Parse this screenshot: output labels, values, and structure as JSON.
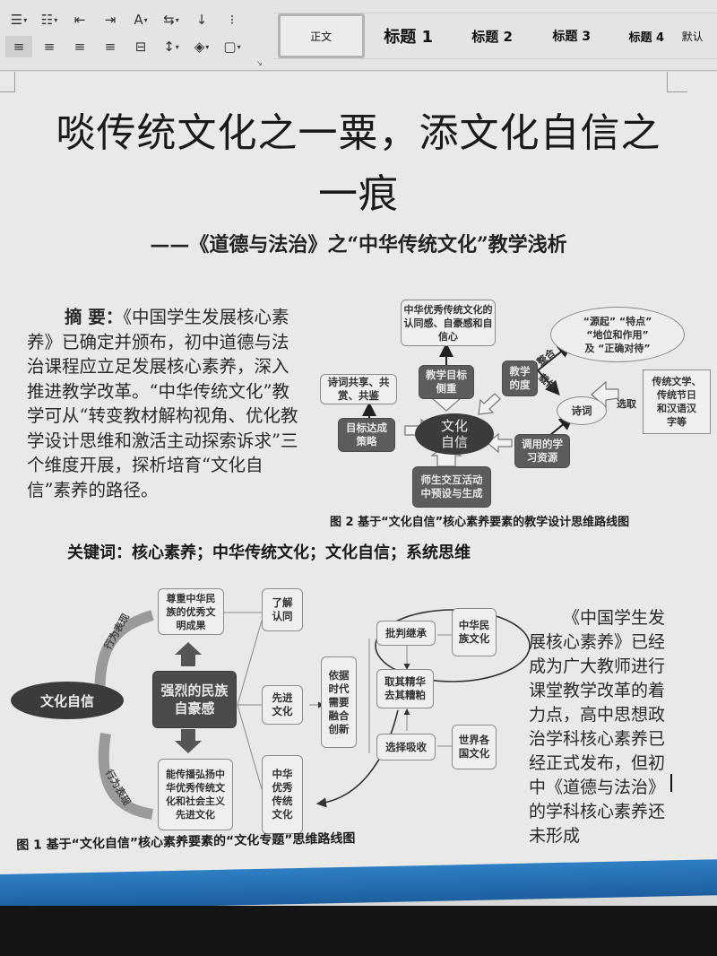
{
  "ribbon": {
    "paragraph_tools_row1": [
      {
        "icon": "bullet-list-icon",
        "glyph": "☰",
        "dropdown": true
      },
      {
        "icon": "numbered-list-icon",
        "glyph": "☷",
        "dropdown": true
      },
      {
        "icon": "decrease-indent-icon",
        "glyph": "⇤",
        "dropdown": false
      },
      {
        "icon": "increase-indent-icon",
        "glyph": "⇥",
        "dropdown": false
      },
      {
        "icon": "text-direction-icon",
        "glyph": "A",
        "dropdown": true
      },
      {
        "icon": "convert-icon",
        "glyph": "⇆",
        "dropdown": true
      },
      {
        "icon": "sort-icon",
        "glyph": "↓",
        "dropdown": false
      },
      {
        "icon": "show-marks-icon",
        "glyph": "⁝",
        "dropdown": false
      }
    ],
    "paragraph_tools_row2": [
      {
        "icon": "align-left-icon",
        "glyph": "≡",
        "dropdown": false,
        "active": true
      },
      {
        "icon": "align-center-icon",
        "glyph": "≡",
        "dropdown": false
      },
      {
        "icon": "align-right-icon",
        "glyph": "≡",
        "dropdown": false
      },
      {
        "icon": "justify-icon",
        "glyph": "≡",
        "dropdown": false
      },
      {
        "icon": "distributed-icon",
        "glyph": "⊟",
        "dropdown": false
      },
      {
        "icon": "line-spacing-icon",
        "glyph": "↕",
        "dropdown": true
      },
      {
        "icon": "shading-icon",
        "glyph": "◈",
        "dropdown": true
      },
      {
        "icon": "borders-icon",
        "glyph": "▢",
        "dropdown": true
      }
    ],
    "dialog_launcher": "↘",
    "styles": {
      "normal": "正文",
      "heading1": "标题 1",
      "heading2": "标题 2",
      "heading3": "标题 3",
      "heading4": "标题 4",
      "default": "默认"
    }
  },
  "document": {
    "title_line1": "啖传统文化之一粟，添文化自信之",
    "title_line2": "一痕",
    "subtitle": "——《道德与法治》之“中华传统文化”教学浅析",
    "abstract_label": "摘  要：",
    "abstract_text": "《中国学生发展核心素养》已确定并颁布，初中道德与法治课程应立足发展核心素养，深入推进教学改革。“中华传统文化”教学可从“转变教材解构视角、优化教学设计思维和激活主动探索诉求”三个维度开展，探析培育“文化自信”素养的路径。",
    "keywords": "关键词：核心素养；中华传统文化；文化自信；系统思维",
    "body_right": "《中国学生发展核心素养》已经成为广大教师进行课堂教学改革的着力点，高中思想政治学科核心素养已经正式发布，但初中《道德与法治》的学科核心素养还未形成"
  },
  "figure2": {
    "caption": "图 2   基于“文化自信”核心素养要素的教学设计思维路线图",
    "center": "文化\n自信",
    "goal_top": "中华优秀传统文化的认同感、自豪感和自信心",
    "teaching_goal": "教学目标\n侧重",
    "teaching_degree": "教学\n的度",
    "integrate_label": "整合",
    "carrier_label": "载体",
    "oval_top": "“源起” “特点”\n“地位和作用”\n及 “正确对待”",
    "poetry": "诗词",
    "select_label": "选取",
    "source_box": "传统文学、\n传统节日\n和汉语汉\n字等",
    "share_box": "诗词共享、共\n赏、共鉴",
    "strategy": "目标达成\n策略",
    "resources": "调用的学\n习资源",
    "interaction": "师生交互活动\n中预设与生成"
  },
  "figure1": {
    "caption": "图 1   基于“文化自信”核心素养要素的“文化专题”思维路线图",
    "center_oval": "文化自信",
    "behavior_top": "行为表现",
    "behavior_bottom": "行为表现",
    "respect_box": "尊重中华民\n族的优秀文\n明成果",
    "pride_box": "强烈的民族\n自豪感",
    "spread_box": "能传播弘扬中\n华优秀传统文\n化和社会主义\n先进文化",
    "understand_box": "了解\n认同",
    "advanced_box": "先进\n文化",
    "excellent_box": "中华\n优秀\n传统\n文化",
    "innovate_box": "依据\n时代\n需要\n融合\n创新",
    "critical_box": "批判继承",
    "chinese_culture_box": "中华民\n族文化",
    "essence_box": "取其精华\n去其糟粕",
    "absorb_box": "选择吸收",
    "world_box": "世界各\n国文化"
  }
}
